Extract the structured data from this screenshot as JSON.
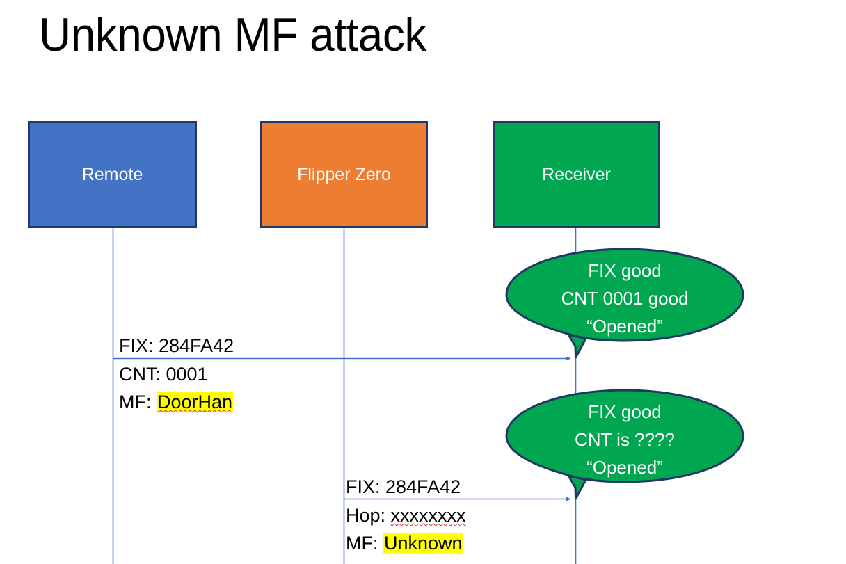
{
  "slide": {
    "title": "Unknown MF attack",
    "background_color": "#FFFFFF"
  },
  "colors": {
    "remote_fill": "#4472C4",
    "flipper_fill": "#ED7D31",
    "receiver_fill": "#00A650",
    "box_border": "#1F3864",
    "lifeline": "#4472C4",
    "arrow": "#4472C4",
    "bubble_fill": "#00A650",
    "bubble_border": "#1F3864",
    "highlight": "#FFFF00",
    "spellcheck_underline": "#E03030",
    "text_dark": "#000000",
    "text_light": "#FFFFFF"
  },
  "actors": [
    {
      "id": "remote",
      "label": "Remote",
      "fill": "#4472C4"
    },
    {
      "id": "flipper",
      "label": "Flipper Zero",
      "fill": "#ED7D31"
    },
    {
      "id": "receiver",
      "label": "Receiver",
      "fill": "#00A650"
    }
  ],
  "messages": [
    {
      "id": "msg-1",
      "from": "remote",
      "to": "receiver",
      "line1": "FIX: 284FA42",
      "line2": "CNT: 0001",
      "line3_prefix": "MF: ",
      "line3_value": "DoorHan",
      "line3_highlighted": true,
      "line3_spellchecked": true
    },
    {
      "id": "msg-2",
      "from": "flipper",
      "to": "receiver",
      "line1": "FIX: 284FA42",
      "line2_prefix": "Hop: ",
      "line2_value": "xxxxxxxx",
      "line2_spellchecked": true,
      "line3_prefix": "MF: ",
      "line3_value": "Unknown",
      "line3_highlighted": true
    }
  ],
  "callouts": [
    {
      "id": "callout-1",
      "anchor": "receiver",
      "line1": "FIX good",
      "line2": "CNT 0001 good",
      "line3": "“Opened”"
    },
    {
      "id": "callout-2",
      "anchor": "receiver",
      "line1": "FIX good",
      "line2": "CNT is ????",
      "line3": "“Opened”"
    }
  ]
}
